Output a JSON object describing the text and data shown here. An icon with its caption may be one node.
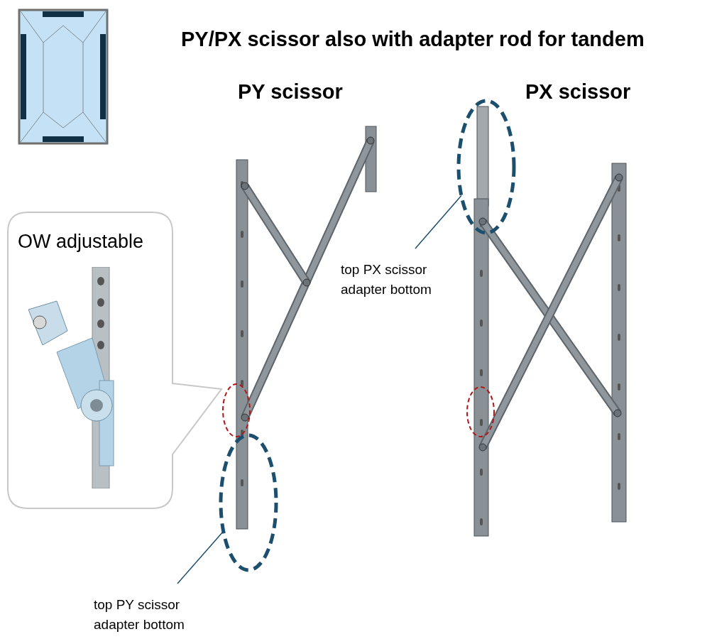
{
  "diagram": {
    "title": "PY/PX scissor also with adapter rod for tandem",
    "nodes": [
      {
        "text": [
          "OW adjustable"
        ]
      },
      {
        "text": [],
        "shape": "ellipse"
      },
      {
        "text": [],
        "shape": "ellipse"
      },
      {
        "text": [
          "top PY scissor adapter bottom"
        ]
      },
      {
        "text": [],
        "shape": "ellipse"
      },
      {
        "text": [
          "top PX scissor adapter bottom"
        ]
      },
      {
        "text": [],
        "shape": "ellipse"
      }
    ],
    "edges": [
      {
        "from": 3,
        "to": 2,
        "arrow": "none"
      },
      {
        "from": 5,
        "to": 4,
        "arrow": "none"
      }
    ],
    "labels": [
      "PY scissor",
      "PX scissor"
    ]
  }
}
